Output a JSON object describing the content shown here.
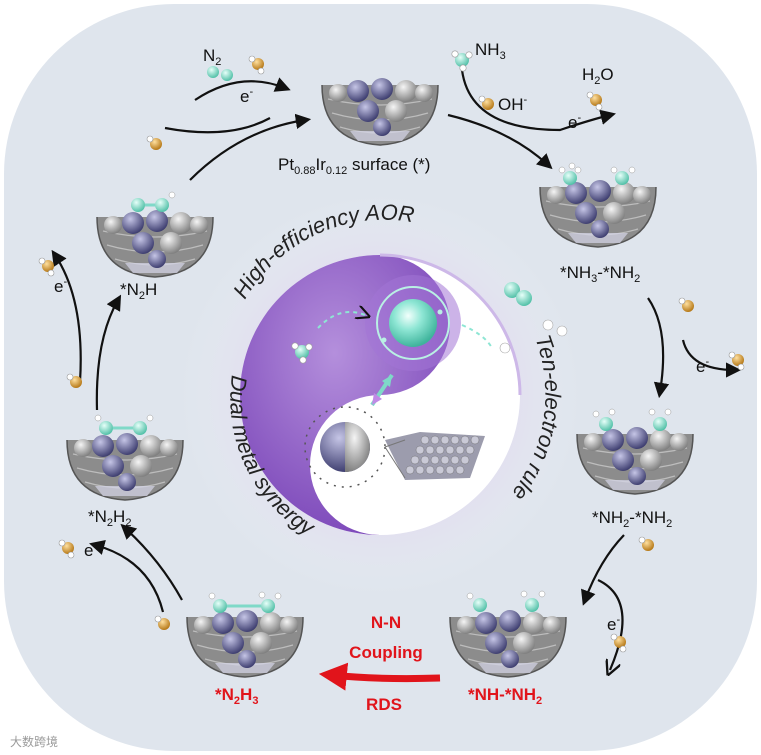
{
  "surface": {
    "main": "Pt",
    "sub1": "0.88",
    "mid": "Ir",
    "sub2": "0.12",
    "tail": " surface (*)"
  },
  "species": {
    "nh3_nh2": {
      "a": "*NH",
      "s1": "3",
      "b": "-*NH",
      "s2": "2"
    },
    "nh2_nh2": {
      "a": "*NH",
      "s1": "2",
      "b": "-*NH",
      "s2": "2"
    },
    "nh_nh2": {
      "a": "*NH-*NH",
      "s1": "2"
    },
    "n2h3": {
      "a": "*N",
      "s1": "2",
      "b": "H",
      "s2": "3"
    },
    "n2h2": {
      "a": "*N",
      "s1": "2",
      "b": "H",
      "s2": "2"
    },
    "n2h": {
      "a": "*N",
      "s1": "2",
      "b": "H"
    }
  },
  "molecules": {
    "n2": {
      "a": "N",
      "s": "2"
    },
    "nh3": {
      "a": "NH",
      "s": "3"
    },
    "h2o": {
      "a": "H",
      "s": "2",
      "b": "O"
    },
    "oh": {
      "a": "OH",
      "sup": "-"
    },
    "electron": {
      "a": "e",
      "sup": "-"
    }
  },
  "coupling": {
    "line1": "N-N",
    "line2": "Coupling",
    "line3": "RDS"
  },
  "center": {
    "top": "High-efficiency AOR",
    "right": "Ten-electron rule",
    "left": "Dual metal synergy"
  },
  "watermark": "大数跨境",
  "colors": {
    "frame": "#dde4ec",
    "accent_red": "#e1141b",
    "purple": "#8a5cc4",
    "metal_dark": "#5b5b8f",
    "metal_grey": "#9a9a9a",
    "nitrogen": "#7fd9c8",
    "oxygen": "#d69a2c"
  }
}
